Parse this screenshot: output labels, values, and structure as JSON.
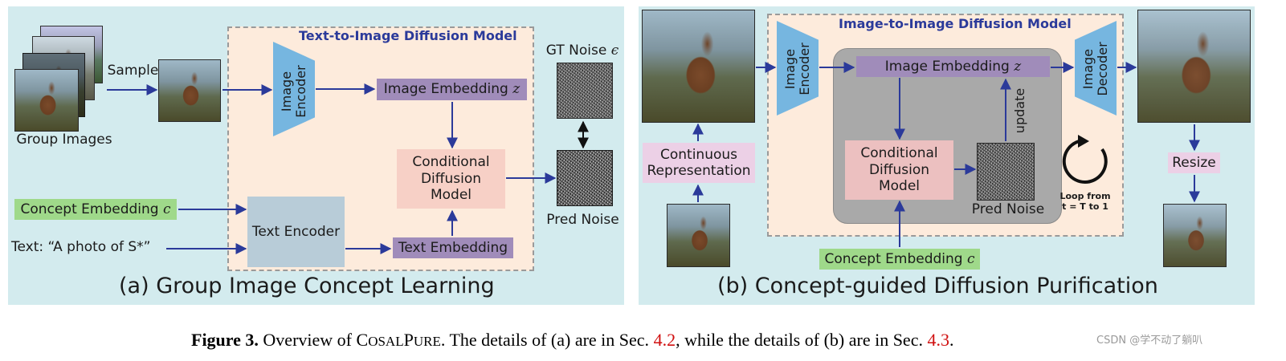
{
  "panel_a": {
    "title": "Text-to-Image Diffusion Model",
    "caption": "(a) Group Image Concept Learning",
    "group_images_label": "Group Images",
    "sample_label": "Sample",
    "image_encoder_label": "Image\nEncoder",
    "image_embedding_label": "Image Embedding",
    "image_embedding_symbol": "z",
    "gt_noise_label": "GT Noise",
    "gt_noise_symbol": "ϵ",
    "conditional_diffusion_label": "Conditional\nDiffusion\nModel",
    "pred_noise_label": "Pred Noise",
    "concept_embedding_label": "Concept Embedding",
    "concept_embedding_symbol": "c",
    "text_label": "Text: “A photo of S*”",
    "text_encoder_label": "Text Encoder",
    "text_embedding_label": "Text Embedding"
  },
  "panel_b": {
    "title": "Image-to-Image Diffusion Model",
    "caption": "(b) Concept-guided Diffusion Purification",
    "continuous_rep_label": "Continuous\nRepresentation",
    "image_encoder_label": "Image\nEncoder",
    "image_embedding_label": "Image Embedding",
    "image_embedding_symbol": "z",
    "update_label": "update",
    "conditional_diffusion_label": "Conditional\nDiffusion\nModel",
    "pred_noise_label": "Pred Noise",
    "loop_label": "Loop from\nt = T to 1",
    "image_decoder_label": "Image\nDecoder",
    "resize_label": "Resize",
    "concept_embedding_label": "Concept Embedding",
    "concept_embedding_symbol": "c"
  },
  "figure_caption": {
    "prefix": "Figure 3.",
    "text1": " Overview of ",
    "name_c": "C",
    "name_osal": "OSAL",
    "name_p": "P",
    "name_ure": "URE",
    "text2": ". The details of (a) are in Sec. ",
    "ref1": "4.2",
    "text3": ", while the details of (b) are in Sec. ",
    "ref2": "4.3",
    "text4": "."
  },
  "watermark": "CSDN @学不动了躺叭",
  "colors": {
    "panel_bg": "#d3ebee",
    "model_bg": "#fdebdc",
    "title_blue": "#2b3a9a",
    "arrow": "#2b3a9a",
    "encoder_blue": "#76b6e0",
    "embedding_purple": "#a08cba",
    "concept_green": "#9fd98a",
    "ref_red": "#d01010"
  }
}
